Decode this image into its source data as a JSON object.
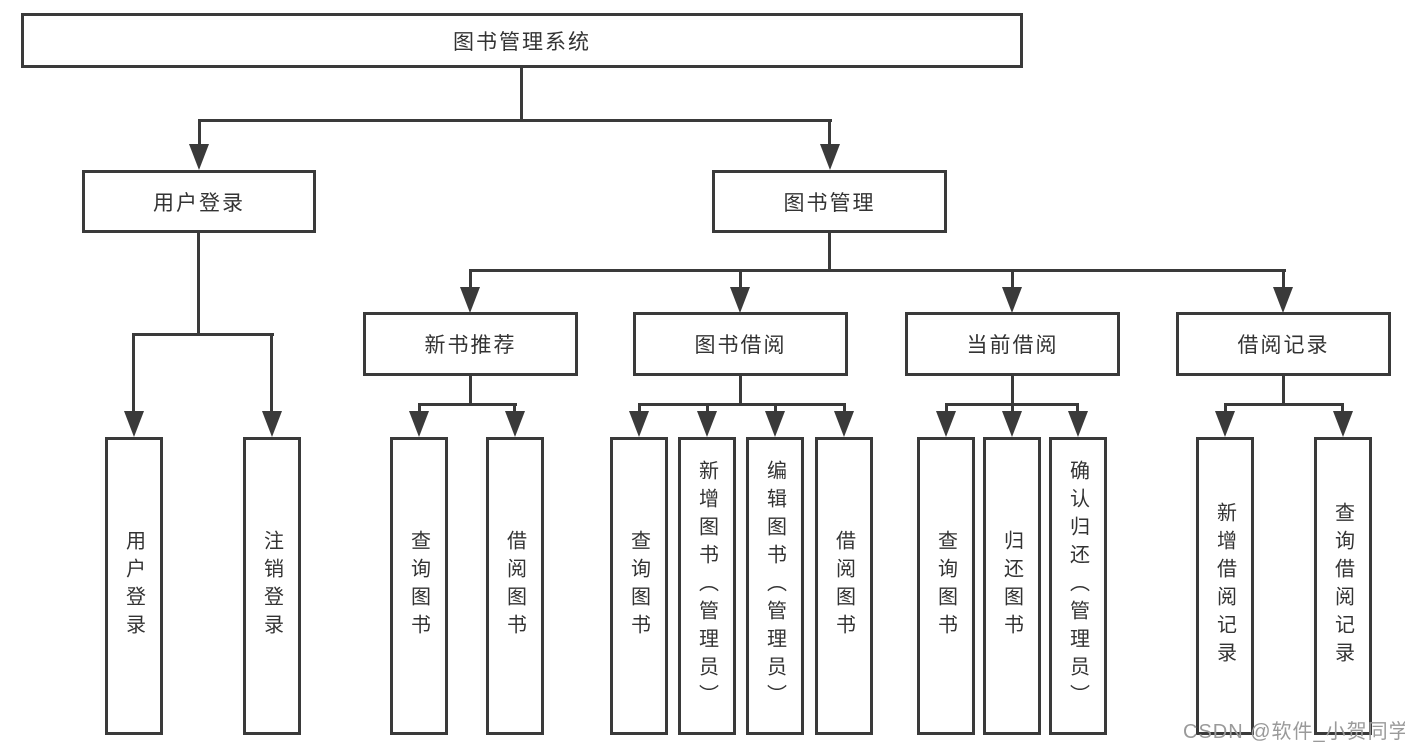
{
  "title": "图书管理系统",
  "nodes": {
    "root": "图书管理系统",
    "user_login": "用户登录",
    "book_mgmt": "图书管理",
    "new_books": "新书推荐",
    "book_borrow": "图书借阅",
    "current_borrow": "当前借阅",
    "borrow_records": "借阅记录",
    "leaf_user_login": "用户登录",
    "leaf_logout": "注销登录",
    "leaf_nb_query": "查询图书",
    "leaf_nb_borrow": "借阅图书",
    "leaf_bb_query": "查询图书",
    "leaf_bb_add": "新增图书（管理员）",
    "leaf_bb_edit": "编辑图书（管理员）",
    "leaf_bb_borrow": "借阅图书",
    "leaf_cb_query": "查询图书",
    "leaf_cb_return": "归还图书",
    "leaf_cb_confirm": "确认归还（管理员）",
    "leaf_br_add": "新增借阅记录",
    "leaf_br_query": "查询借阅记录"
  },
  "watermark": "CSDN @软件_小贺同学",
  "colors": {
    "line": "#3a3a3a",
    "text": "#333333",
    "watermark": "#9a9a9a",
    "background": "#ffffff"
  }
}
